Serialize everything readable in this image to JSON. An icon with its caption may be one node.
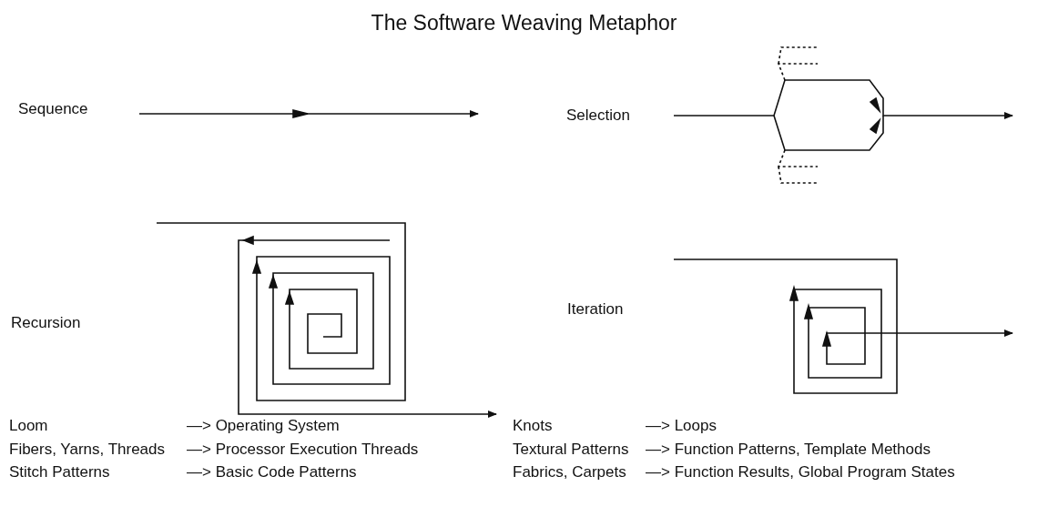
{
  "diagram": {
    "title": "The Software Weaving Metaphor",
    "labels": [
      "Sequence",
      "Selection",
      "Recursion",
      "Iteration",
      "Loom",
      "—> Operating System",
      "Knots",
      "—> Loops",
      "Fibers, Yarns, Threads",
      "—> Processor Execution Threads",
      "Textural Patterns",
      "—> Function Patterns, Template Methods",
      "Stitch Patterns",
      "—> Basic Code Patterns",
      "Fabrics, Carpets",
      "—> Function Results, Global Program States"
    ]
  }
}
